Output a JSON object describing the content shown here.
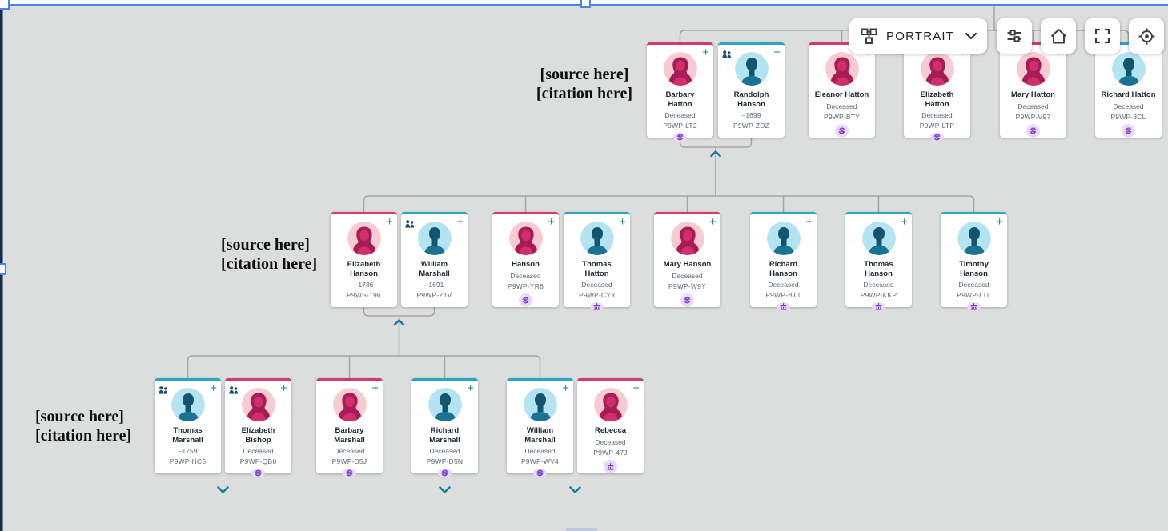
{
  "toolbar": {
    "view_label": "PORTRAIT",
    "view_icon": "tree-portrait-icon",
    "buttons": [
      {
        "icon": "options-sliders-icon"
      },
      {
        "icon": "home-icon"
      },
      {
        "icon": "fullscreen-icon"
      },
      {
        "icon": "recenter-target-icon"
      }
    ]
  },
  "annotations": [
    {
      "lines": [
        "[source here]",
        "[citation here]"
      ]
    },
    {
      "lines": [
        "[source here]",
        "[citation here]"
      ]
    },
    {
      "lines": [
        "[source here]",
        "[citation here]"
      ]
    }
  ],
  "tree": {
    "labels": {
      "plus": "+"
    },
    "generations": [
      {
        "cards": [
          {
            "name": [
              "Barbary",
              "Hatton"
            ],
            "vital": "Deceased",
            "pid": "P9WP-LT2",
            "sex": "f",
            "badge": "a",
            "couple": false
          },
          {
            "name": [
              "Randolph",
              "Hanson"
            ],
            "vital": "–1699",
            "pid": "P9WP-ZDZ",
            "sex": "m",
            "badge": "",
            "couple": true
          },
          {
            "name": [
              "Eleanor Hatton"
            ],
            "vital": "Deceased",
            "pid": "P9WP-BTY",
            "sex": "f",
            "badge": "a",
            "couple": false
          },
          {
            "name": [
              "Elizabeth",
              "Hatton"
            ],
            "vital": "Deceased",
            "pid": "P9WP-LTP",
            "sex": "f",
            "badge": "a",
            "couple": false
          },
          {
            "name": [
              "Mary Hatton"
            ],
            "vital": "Deceased",
            "pid": "P9WP-V97",
            "sex": "f",
            "badge": "a",
            "couple": false
          },
          {
            "name": [
              "Richard Hatton"
            ],
            "vital": "Deceased",
            "pid": "P9WP-3CL",
            "sex": "m",
            "badge": "a",
            "couple": false
          }
        ]
      },
      {
        "cards": [
          {
            "name": [
              "Elizabeth",
              "Hanson"
            ],
            "vital": "–1736",
            "pid": "P9WS-196",
            "sex": "f",
            "badge": "",
            "couple": false
          },
          {
            "name": [
              "William",
              "Marshall"
            ],
            "vital": "–1691",
            "pid": "P9WP-Z1V",
            "sex": "m",
            "badge": "",
            "couple": true
          },
          {
            "name": [
              "Hanson"
            ],
            "vital": "Deceased",
            "pid": "P9WP-YR6",
            "sex": "f",
            "badge": "a",
            "couple": false
          },
          {
            "name": [
              "Thomas",
              "Hatton"
            ],
            "vital": "Deceased",
            "pid": "P9WP-CY3",
            "sex": "m",
            "badge": "b",
            "couple": false
          },
          {
            "name": [
              "Mary Hanson"
            ],
            "vital": "Deceased",
            "pid": "P9WP-W9Y",
            "sex": "f",
            "badge": "a",
            "couple": false
          },
          {
            "name": [
              "Richard",
              "Hanson"
            ],
            "vital": "Deceased",
            "pid": "P9WP-BTT",
            "sex": "m",
            "badge": "b",
            "couple": false
          },
          {
            "name": [
              "Thomas",
              "Hanson"
            ],
            "vital": "Deceased",
            "pid": "P9WP-KKP",
            "sex": "m",
            "badge": "b",
            "couple": false
          },
          {
            "name": [
              "Timothy",
              "Hanson"
            ],
            "vital": "Deceased",
            "pid": "P9WP-LTL",
            "sex": "m",
            "badge": "b",
            "couple": false
          }
        ]
      },
      {
        "cards": [
          {
            "name": [
              "Thomas",
              "Marshall"
            ],
            "vital": "–1759",
            "pid": "P9WP-HC5",
            "sex": "m",
            "badge": "",
            "couple": true
          },
          {
            "name": [
              "Elizabeth",
              "Bishop"
            ],
            "vital": "Deceased",
            "pid": "P9WP-QB8",
            "sex": "f",
            "badge": "a",
            "couple": true
          },
          {
            "name": [
              "Barbary",
              "Marshall"
            ],
            "vital": "Deceased",
            "pid": "P9WP-D5J",
            "sex": "f",
            "badge": "a",
            "couple": false
          },
          {
            "name": [
              "Richard",
              "Marshall"
            ],
            "vital": "Deceased",
            "pid": "P9WP-D5N",
            "sex": "m",
            "badge": "a",
            "couple": false
          },
          {
            "name": [
              "William",
              "Marshall"
            ],
            "vital": "Deceased",
            "pid": "P9WP-WV4",
            "sex": "m",
            "badge": "a",
            "couple": false
          },
          {
            "name": [
              "Rebecca"
            ],
            "vital": "Deceased",
            "pid": "P9WP-47J",
            "sex": "f",
            "badge": "b",
            "couple": false
          }
        ]
      }
    ]
  },
  "colors": {
    "background": "#dcdedd",
    "female_accent": "#d23a68",
    "male_accent": "#2ba4c8",
    "plus_teal": "#1a85aa",
    "badge_purple": "#7d3fc9",
    "connector_gray": "#a5a5a5",
    "selection_blue": "#4d83e8"
  }
}
